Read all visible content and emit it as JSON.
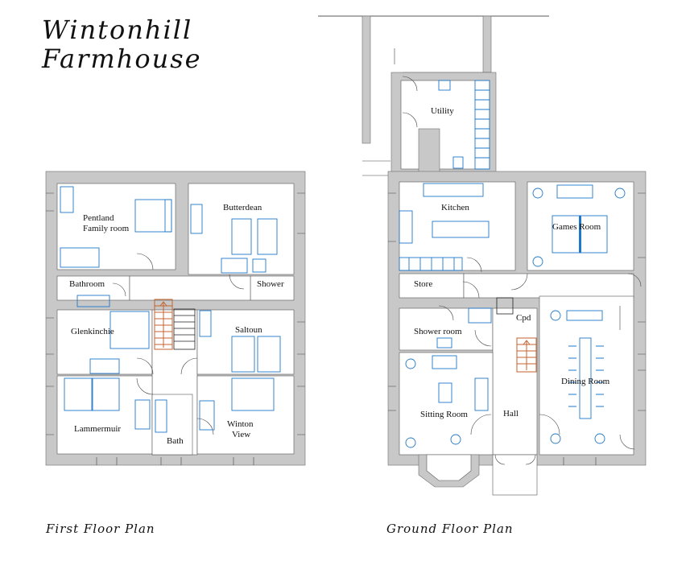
{
  "title": {
    "line1": "Wintonhill",
    "line2": "Farmhouse"
  },
  "plans": {
    "first_floor_label": "First Floor Plan",
    "ground_floor_label": "Ground Floor Plan"
  },
  "first_floor_rooms": {
    "pentland_1": "Pentland",
    "pentland_2": "Family room",
    "butterdean": "Butterdean",
    "bathroom": "Bathroom",
    "shower": "Shower",
    "glenkinchie": "Glenkinchie",
    "saltoun": "Saltoun",
    "lammermuir": "Lammermuir",
    "winton_1": "Winton",
    "winton_2": "View",
    "bath": "Bath"
  },
  "ground_floor_rooms": {
    "utility": "Utility",
    "kitchen": "Kitchen",
    "games_room": "Games Room",
    "store": "Store",
    "cpd": "Cpd",
    "shower_room": "Shower room",
    "dining_room": "Dining Room",
    "sitting_room": "Sitting Room",
    "hall": "Hall"
  },
  "colors": {
    "wall": "#c8c8c8",
    "furniture": "#1f78c8",
    "stairs": "#c4622d"
  }
}
